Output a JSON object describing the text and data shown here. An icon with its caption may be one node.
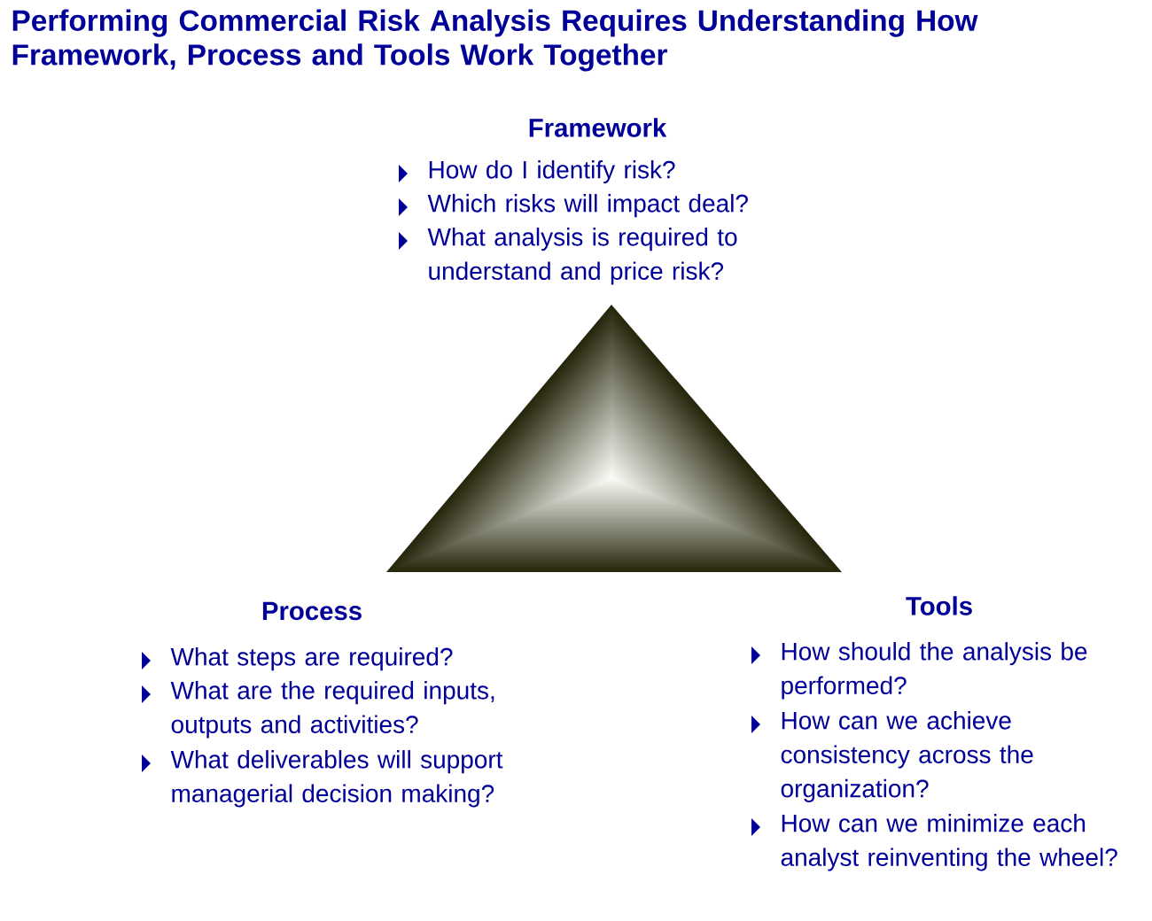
{
  "diagram": {
    "title": "Performing Commercial Risk Analysis Requires Understanding How Framework, Process and Tools Work Together",
    "nodes": [
      {
        "text": [
          "Framework",
          "How do I identify risk?",
          "Which risks will impact deal?",
          "What analysis is required to understand and price risk?"
        ]
      },
      {
        "text": [
          "Process",
          "What steps are required?",
          "What are the required inputs, outputs and activities?",
          "What deliverables will support managerial decision making?"
        ]
      },
      {
        "text": [
          "Tools",
          "How should the analysis be performed?",
          "How can we achieve consistency across the organization?",
          "How can we minimize each analyst reinventing the wheel?"
        ]
      }
    ]
  }
}
